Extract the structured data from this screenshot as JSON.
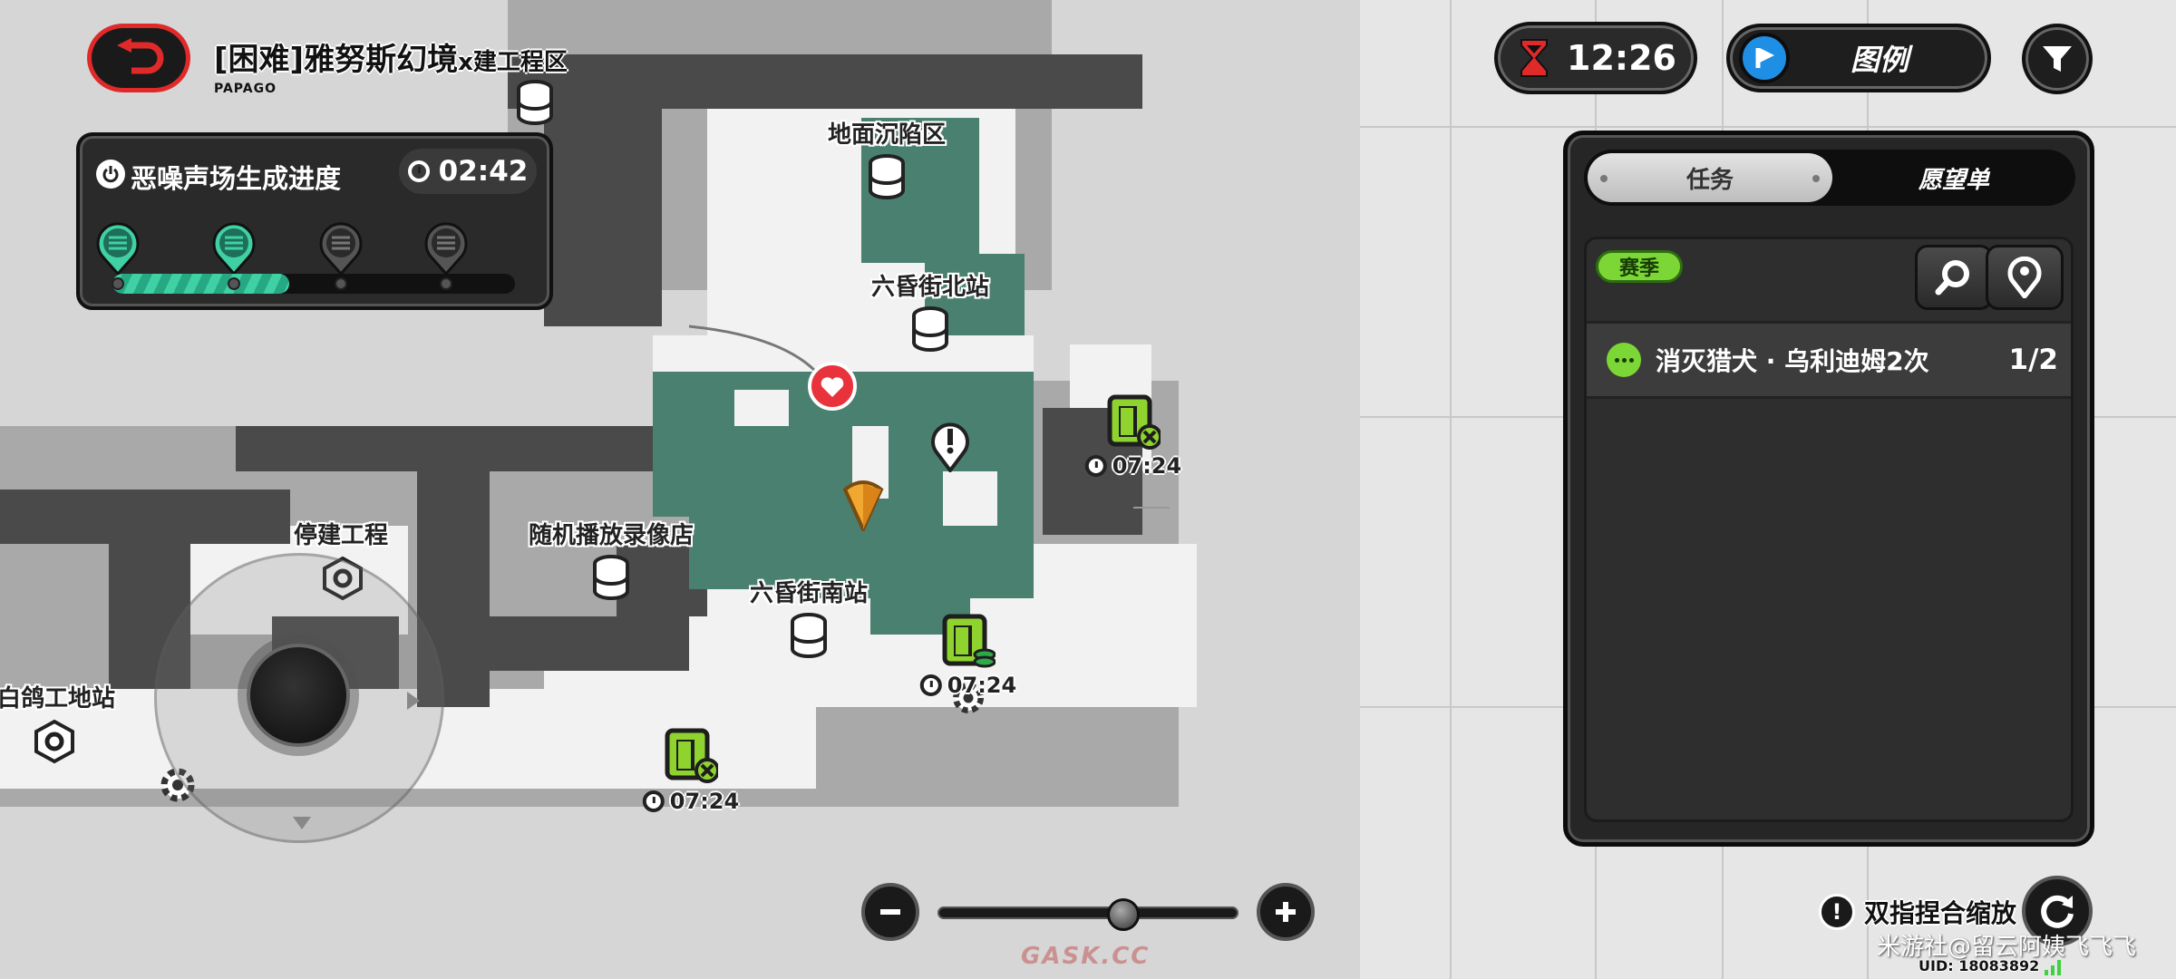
{
  "region": {
    "title": "[困难]雅努斯幻境",
    "title_suffix": "x建工程区",
    "subtitle": "PAPAGO"
  },
  "progress_panel": {
    "title": "恶噪声场生成进度",
    "timer": "02:42",
    "progress": 0.44,
    "stages_total": 4,
    "stages_active": 2
  },
  "clock": {
    "time": "12:26",
    "icon": "hourglass-icon"
  },
  "legend_button": {
    "label": "图例",
    "icon": "play-circle-icon"
  },
  "filter_button": {
    "icon": "filter-icon"
  },
  "side_panel": {
    "tabs": [
      {
        "label": "任务",
        "active": true
      },
      {
        "label": "愿望单",
        "active": false
      }
    ],
    "season_badge": "赛季",
    "task": {
      "text": "消灭猎犬 · 乌利迪姆2次",
      "count": "1/2"
    }
  },
  "map": {
    "labels": {
      "ground_collapse": "地面沉陷区",
      "north_station": "六昏街北站",
      "south_station": "六昏街南站",
      "video_store": "随机播放录像店",
      "halted_construction": "停建工程",
      "construction_site": "白鸽工地站"
    },
    "timers": {
      "t1": "07:24",
      "t2": "07:24",
      "t3": "07:24"
    }
  },
  "zoom": {
    "level": 0.62
  },
  "hint": {
    "text": "双指捏合缩放"
  },
  "watermark": "米游社@留云阿姨飞飞飞",
  "uid": "UID: 18083892",
  "site_mark": "GASK.CC",
  "colors": {
    "accent_red": "#e02a2a",
    "map_green": "#4a8070",
    "progress_green": "#3fd1a4",
    "season_green": "#7cd635",
    "legend_blue": "#1f8fe6"
  }
}
